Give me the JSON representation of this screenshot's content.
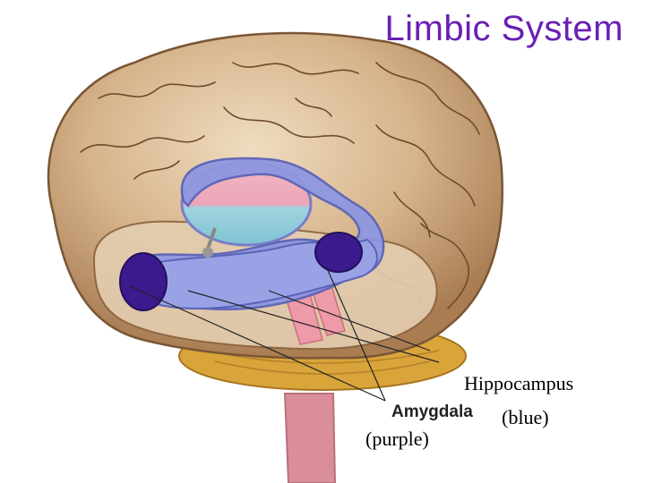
{
  "title": "Limbic System",
  "labels": {
    "hippocampus": "Hippocampus",
    "hippocampus_color": "(blue)",
    "amygdala": "Amygdala",
    "amygdala_color": "(purple)"
  },
  "colors": {
    "title": "#6a1fb5",
    "hippocampus": "#8e97e0",
    "amygdala": "#3a1a8c",
    "cortex": "#caa47c"
  }
}
